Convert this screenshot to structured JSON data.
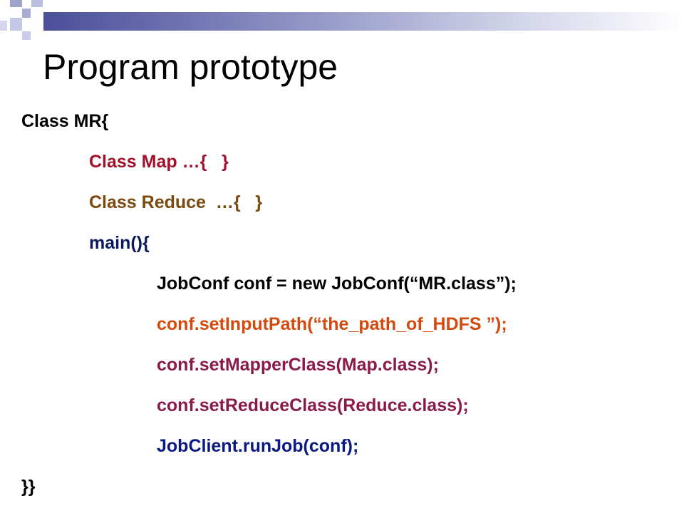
{
  "slide": {
    "title": "Program prototype",
    "colors": {
      "header_gradient_start": "#4b4f99",
      "header_gradient_end": "#ffffff",
      "text_default": "#000000",
      "map_line": "#a0122b",
      "reduce_line": "#7a4a10",
      "main_line": "#0b1a60",
      "jobconf_line": "#000000",
      "input_path_line": "#d44a0e",
      "mapper_line": "#8a1a4a",
      "reducer_line": "#8a1a4a",
      "runjob_line": "#0a1a80"
    },
    "code_lines": [
      {
        "text": "Class MR{",
        "color": "#000000"
      },
      {
        "text": "Class Map …{   }",
        "color": "#a0122b"
      },
      {
        "text": "Class Reduce  …{   }",
        "color": "#7a4a10"
      },
      {
        "text": "main(){",
        "color": "#0b1a60"
      },
      {
        "text": "JobConf conf = new JobConf(“MR.class”);",
        "color": "#000000"
      },
      {
        "text": "conf.setInputPath(“the_path_of_HDFS ”);",
        "color": "#d44a0e"
      },
      {
        "text": "conf.setMapperClass(Map.class);",
        "color": "#8a1a4a"
      },
      {
        "text": "conf.setReduceClass(Reduce.class);",
        "color": "#8a1a4a"
      },
      {
        "text": "JobClient.runJob(conf);",
        "color": "#0a1a80"
      },
      {
        "text": "}}",
        "color": "#000000"
      }
    ]
  }
}
